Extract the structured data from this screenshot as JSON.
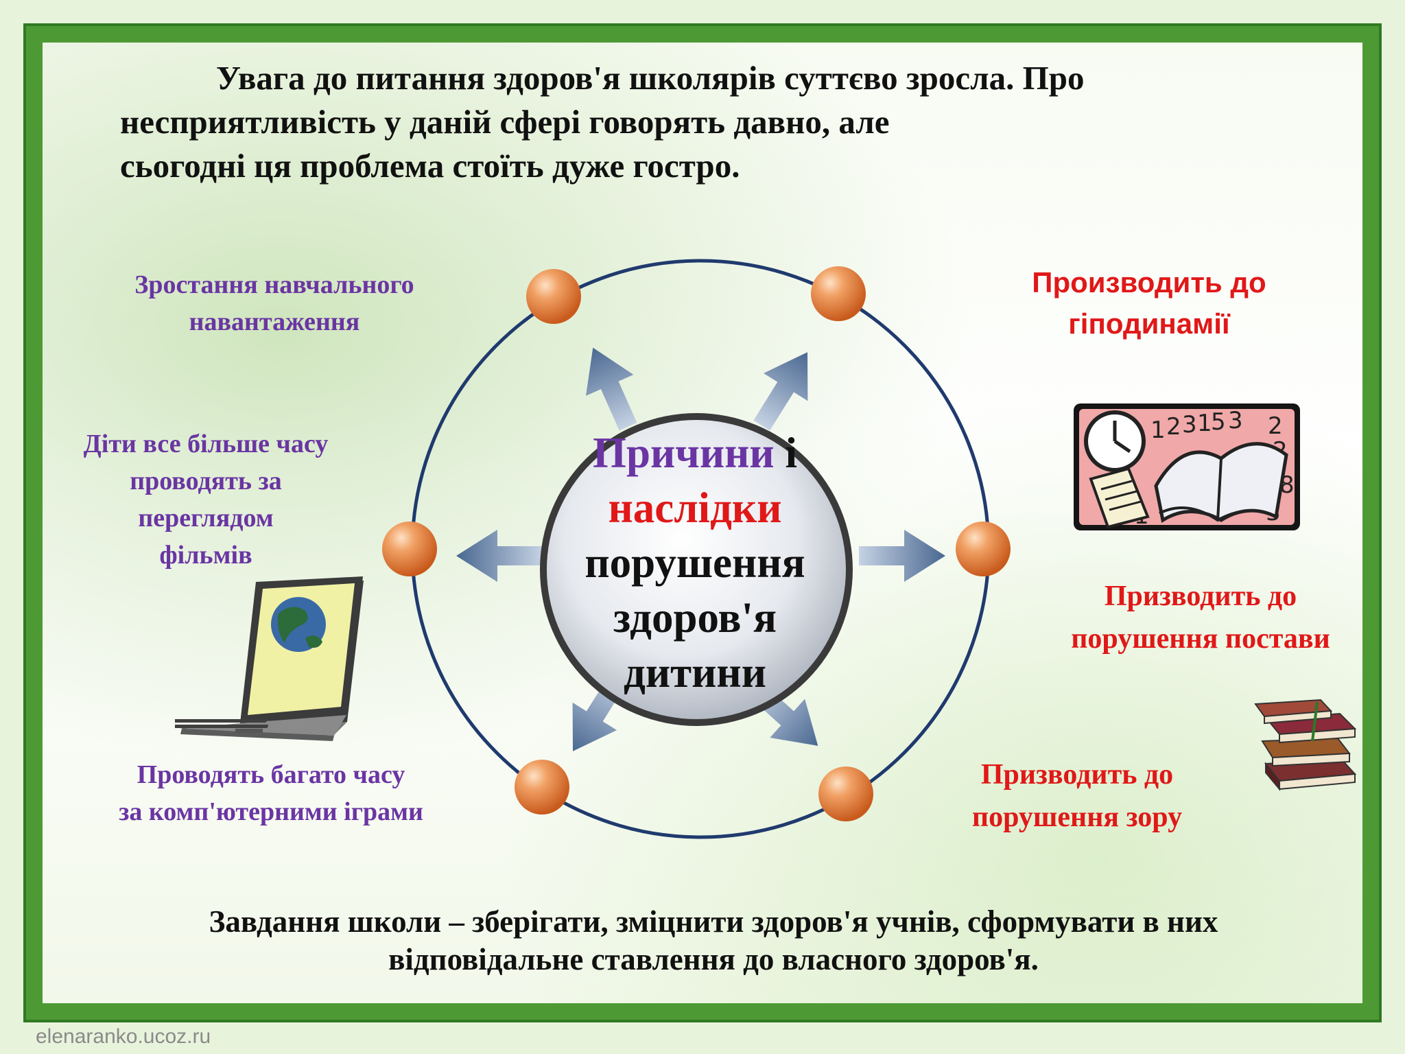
{
  "intro": {
    "line1": "Увага до питання здоров'я школярів суттєво зросла. Про",
    "line2": "несприятливість у даній сфері говорять давно, але",
    "line3": "сьогодні ця проблема стоїть дуже гостро."
  },
  "causes": [
    {
      "lines": [
        "Зростання навчального",
        "навантаження"
      ]
    },
    {
      "lines": [
        "Діти все більше часу",
        "проводять за",
        "переглядом",
        "фільмів"
      ]
    },
    {
      "lines": [
        "Проводять багато часу",
        "за комп'ютерними іграми"
      ]
    }
  ],
  "effects": [
    {
      "lines": [
        "Производить до",
        "гіподинамії"
      ]
    },
    {
      "lines": [
        "Призводить до",
        "порушення постави"
      ]
    },
    {
      "lines": [
        "Призводить до",
        "порушення зору"
      ]
    }
  ],
  "center": {
    "word1": "Причини",
    "word2": "і",
    "word3": "наслідки",
    "line3": "порушення",
    "line4": "здоров'я",
    "line5": "дитини"
  },
  "conclusion": {
    "line1": "Завдання школи – зберігати, зміцнити здоров'я учнів, сформувати в них",
    "line2": "відповідальне ставлення до власного здоров'я."
  },
  "footer": "elenaranko.ucoz.ru",
  "colors": {
    "frame": "#4d9a35",
    "purple": "#6a35a3",
    "red": "#e01818",
    "ring": "#1f3a6e",
    "node": "#e07a2e"
  }
}
